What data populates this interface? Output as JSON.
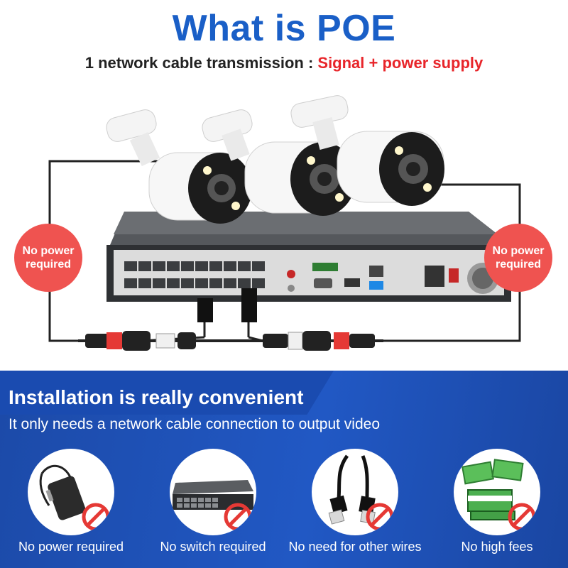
{
  "header": {
    "title": "What is POE",
    "subtitle_prefix": "1 network cable transmission : ",
    "subtitle_highlight": "Signal + power supply"
  },
  "badges": {
    "left": "No power required",
    "right": "No power required"
  },
  "install": {
    "heading": "Installation is really convenient",
    "subheading": "It only needs a network cable connection to output video",
    "features": [
      {
        "label": "No power required",
        "icon": "power-adapter-icon"
      },
      {
        "label": "No switch required",
        "icon": "network-switch-icon"
      },
      {
        "label": "No need for other wires",
        "icon": "network-cable-icon"
      },
      {
        "label": "No high fees",
        "icon": "money-icon"
      }
    ]
  },
  "colors": {
    "title_blue": "#1a5fc7",
    "highlight_red": "#e8252a",
    "badge_red": "#ef5350",
    "panel_blue": "#1d4fb0"
  }
}
